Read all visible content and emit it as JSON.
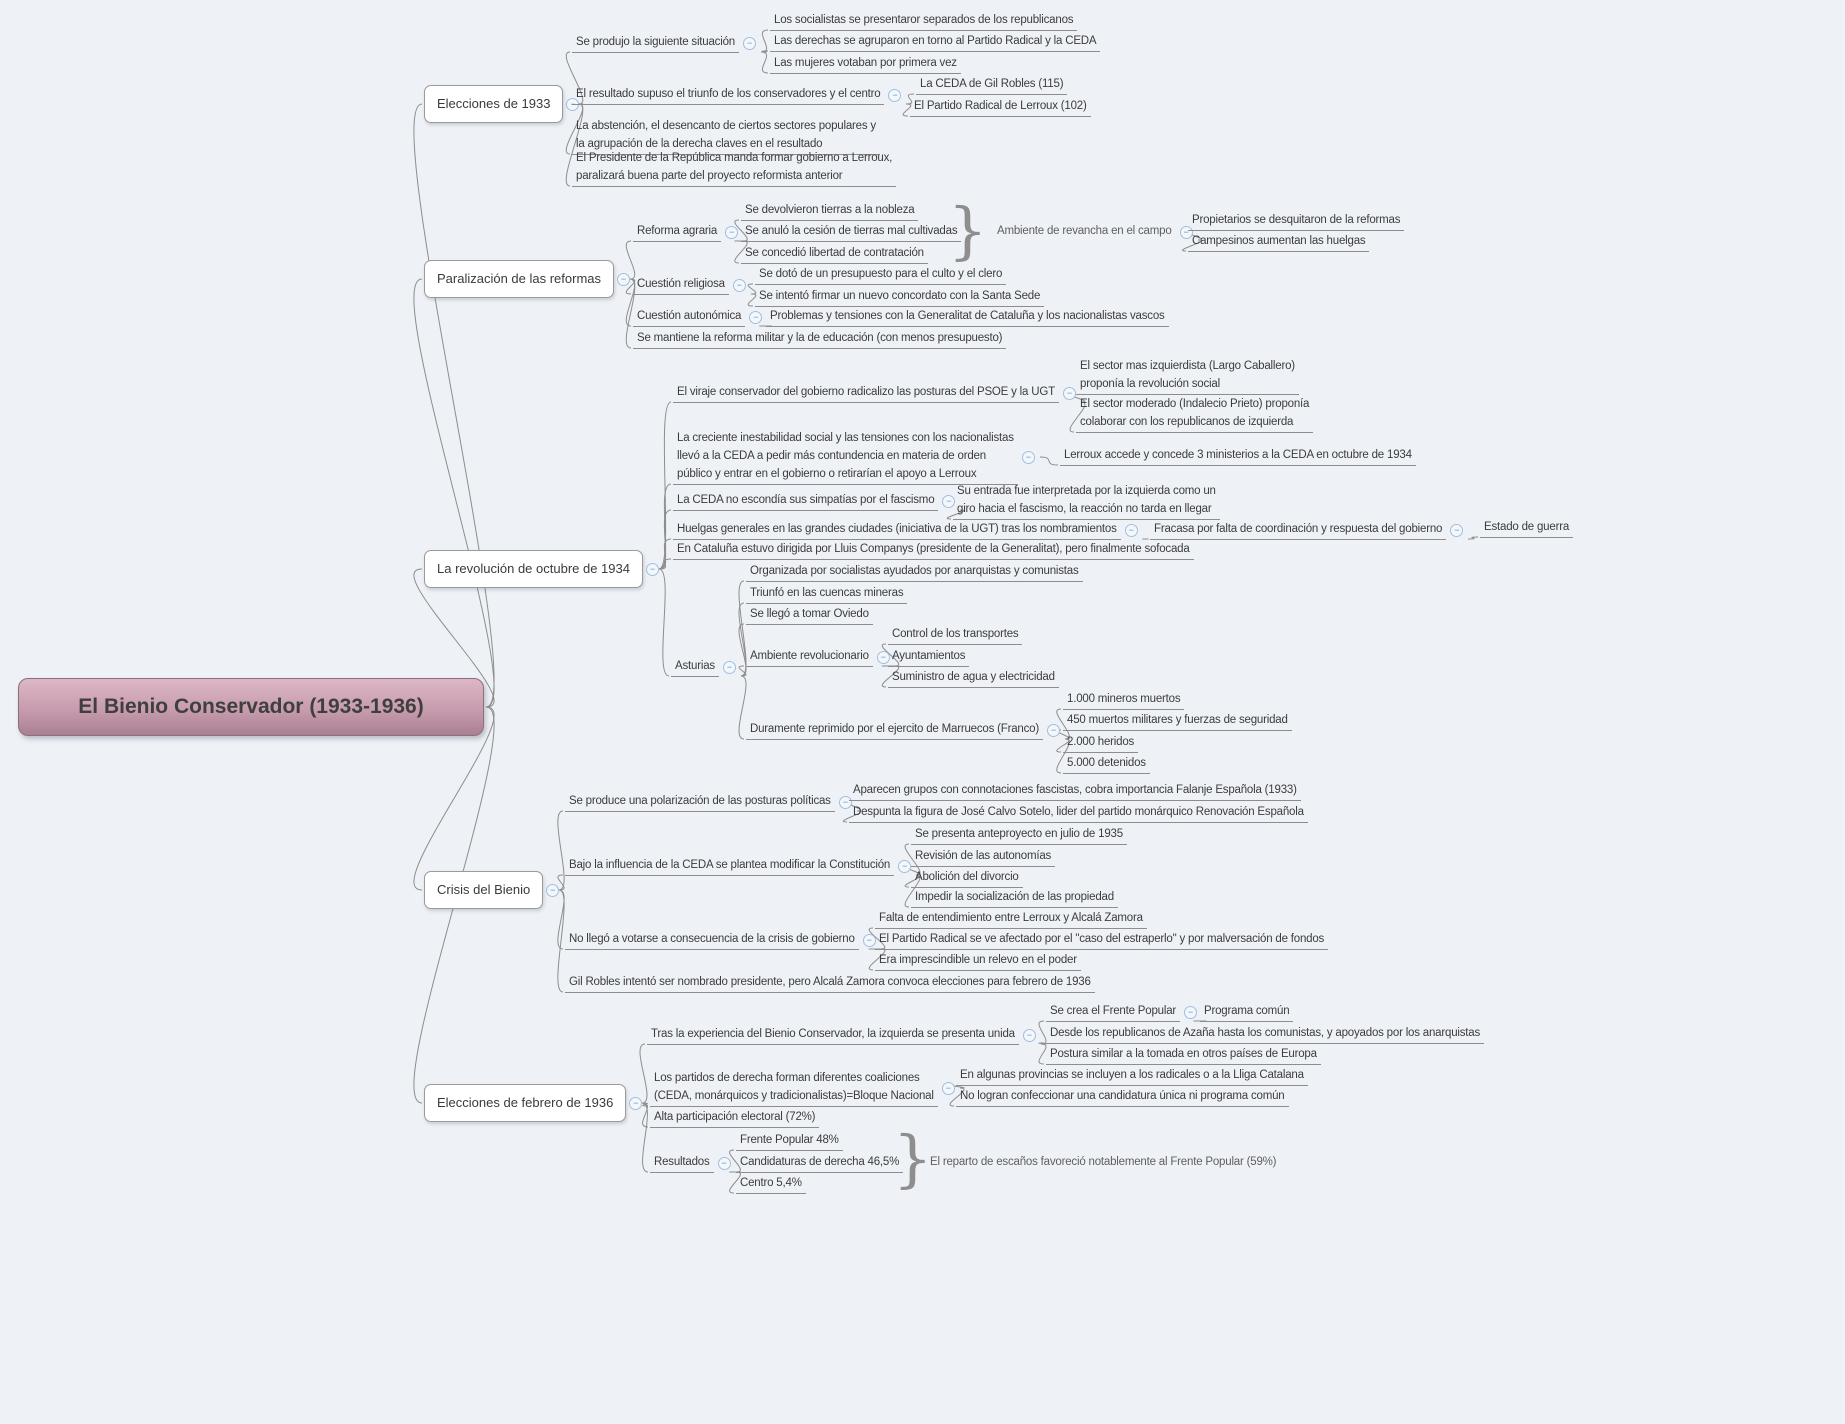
{
  "map": {
    "root": "El Bienio Conservador (1933-1936)",
    "branches": [
      {
        "label": "Elecciones de 1933",
        "children": [
          {
            "label": "Se produjo la siguiente situación",
            "children": [
              {
                "label": "Los socialistas se presentaror separados de los republicanos"
              },
              {
                "label": "Las derechas se agruparon en torno al Partido Radical y la CEDA"
              },
              {
                "label": "Las mujeres votaban por primera vez"
              }
            ]
          },
          {
            "label": "El resultado supuso el triunfo de los conservadores y el centro",
            "children": [
              {
                "label": "La CEDA de Gil Robles (115)"
              },
              {
                "label": "El Partido Radical de Lerroux (102)"
              }
            ]
          },
          {
            "label": "La abstención, el desencanto de ciertos sectores populares y\nla agrupación de la derecha claves en el resultado"
          },
          {
            "label": "El Presidente de la República manda formar gobierno a Lerroux,\nparalizará buena parte del proyecto reformista anterior"
          }
        ]
      },
      {
        "label": "Paralización de las reformas",
        "children": [
          {
            "label": "Reforma agraria",
            "children": [
              {
                "label": "Se devolvieron tierras a la nobleza"
              },
              {
                "label": "Se anuló la cesión de tierras mal cultivadas"
              },
              {
                "label": "Se concedió libertad de contratación"
              }
            ],
            "callout": {
              "label": "Ambiente de revancha en el campo",
              "children": [
                {
                  "label": "Propietarios se desquitaron de la reformas"
                },
                {
                  "label": "Campesinos aumentan las huelgas"
                }
              ]
            }
          },
          {
            "label": "Cuestión religiosa",
            "children": [
              {
                "label": "Se dotó de un presupuesto para el culto y el clero"
              },
              {
                "label": "Se intentó firmar un nuevo concordato con la Santa Sede"
              }
            ]
          },
          {
            "label": "Cuestión autonómica",
            "children": [
              {
                "label": "Problemas y tensiones con la Generalitat de Cataluña y los nacionalistas vascos"
              }
            ]
          },
          {
            "label": "Se mantiene la reforma militar y la de educación (con menos presupuesto)"
          }
        ]
      },
      {
        "label": "La revolución de octubre de 1934",
        "children": [
          {
            "label": "El viraje conservador del gobierno radicalizo las posturas del PSOE y la UGT",
            "children": [
              {
                "label": "El sector mas izquierdista  (Largo Caballero)\nproponía la revolución social"
              },
              {
                "label": "El sector moderado (Indalecio Prieto) proponía\ncolaborar con los republicanos de izquierda"
              }
            ]
          },
          {
            "label": "La creciente inestabilidad social y las tensiones con los nacionalistas\nllevó a la CEDA a pedir más contundencia en materia de orden\npúblico y entrar en el gobierno o retirarían el apoyo a Lerroux",
            "children": [
              {
                "label": "Lerroux accede y concede 3 ministerios a la CEDA en octubre de 1934"
              }
            ]
          },
          {
            "label": "La CEDA no escondía sus simpatías por el fascismo",
            "children": [
              {
                "label": "Su entrada fue interpretada por la izquierda como un\ngiro hacia el fascismo, la reacción no tarda en llegar"
              }
            ]
          },
          {
            "label": "Huelgas generales en las grandes ciudades (iniciativa de la UGT) tras los nombramientos",
            "children": [
              {
                "label": "Fracasa por falta de coordinación y respuesta del gobierno",
                "children": [
                  {
                    "label": "Estado de guerra"
                  }
                ]
              }
            ]
          },
          {
            "label": "En Cataluña estuvo dirigida por Lluis Companys (presidente de la Generalitat), pero finalmente sofocada"
          },
          {
            "label": "Asturias",
            "children": [
              {
                "label": "Organizada por socialistas ayudados por anarquistas y comunistas"
              },
              {
                "label": "Triunfó en las cuencas mineras"
              },
              {
                "label": "Se llegó a tomar Oviedo"
              },
              {
                "label": "Ambiente revolucionario",
                "children": [
                  {
                    "label": "Control de los transportes"
                  },
                  {
                    "label": "Ayuntamientos"
                  },
                  {
                    "label": "Suministro de agua y electricidad"
                  }
                ]
              },
              {
                "label": "Duramente reprimido por el ejercito de Marruecos (Franco)",
                "children": [
                  {
                    "label": "1.000 mineros muertos"
                  },
                  {
                    "label": "450 muertos militares y fuerzas de seguridad"
                  },
                  {
                    "label": "2.000 heridos"
                  },
                  {
                    "label": "5.000 detenidos"
                  }
                ]
              }
            ]
          }
        ]
      },
      {
        "label": "Crisis del Bienio",
        "children": [
          {
            "label": "Se produce una polarización de las posturas políticas",
            "children": [
              {
                "label": "Aparecen grupos con connotaciones fascistas, cobra importancia Falanje Española (1933)"
              },
              {
                "label": "Despunta la figura de José Calvo Sotelo, lider del partido monárquico Renovación Española"
              }
            ]
          },
          {
            "label": "Bajo la influencia de la CEDA se plantea modificar la Constitución",
            "children": [
              {
                "label": "Se presenta anteproyecto en julio de 1935"
              },
              {
                "label": "Revisión de las autonomías"
              },
              {
                "label": "Abolición del divorcio"
              },
              {
                "label": "Impedir la socialización de las propiedad"
              }
            ]
          },
          {
            "label": "No llegó a votarse a consecuencia de la crisis de gobierno",
            "children": [
              {
                "label": "Falta de entendimiento entre Lerroux y Alcalá Zamora"
              },
              {
                "label": "El Partido Radical se ve afectado por el \"caso del estraperlo\" y por malversación de fondos"
              },
              {
                "label": "Era imprescindible un relevo en el poder"
              }
            ]
          },
          {
            "label": "Gil Robles intentó ser nombrado presidente, pero Alcalá Zamora convoca elecciones para febrero de 1936"
          }
        ]
      },
      {
        "label": "Elecciones de febrero de 1936",
        "children": [
          {
            "label": "Tras la experiencia del Bienio Conservador, la izquierda se presenta unida",
            "children": [
              {
                "label": "Se crea el Frente Popular",
                "children": [
                  {
                    "label": "Programa común"
                  }
                ]
              },
              {
                "label": "Desde los republicanos de Azaña hasta los comunistas, y apoyados por los anarquistas"
              },
              {
                "label": "Postura similar a la tomada en otros países de Europa"
              }
            ]
          },
          {
            "label": "Los partidos de derecha forman diferentes coaliciones\n(CEDA, monárquicos y tradicionalistas)=Bloque Nacional",
            "children": [
              {
                "label": "En algunas provincias se incluyen a los radicales o a la Lliga Catalana"
              },
              {
                "label": "No logran confeccionar una candidatura única ni programa común"
              }
            ]
          },
          {
            "label": "Alta participación electoral (72%)"
          },
          {
            "label": "Resultados",
            "children": [
              {
                "label": "Frente Popular 48%"
              },
              {
                "label": "Candidaturas de derecha 46,5%"
              },
              {
                "label": "Centro 5,4%"
              }
            ],
            "callout": {
              "label": "El reparto de escaños favoreció notablemente al Frente Popular (59%)"
            }
          }
        ]
      }
    ]
  }
}
